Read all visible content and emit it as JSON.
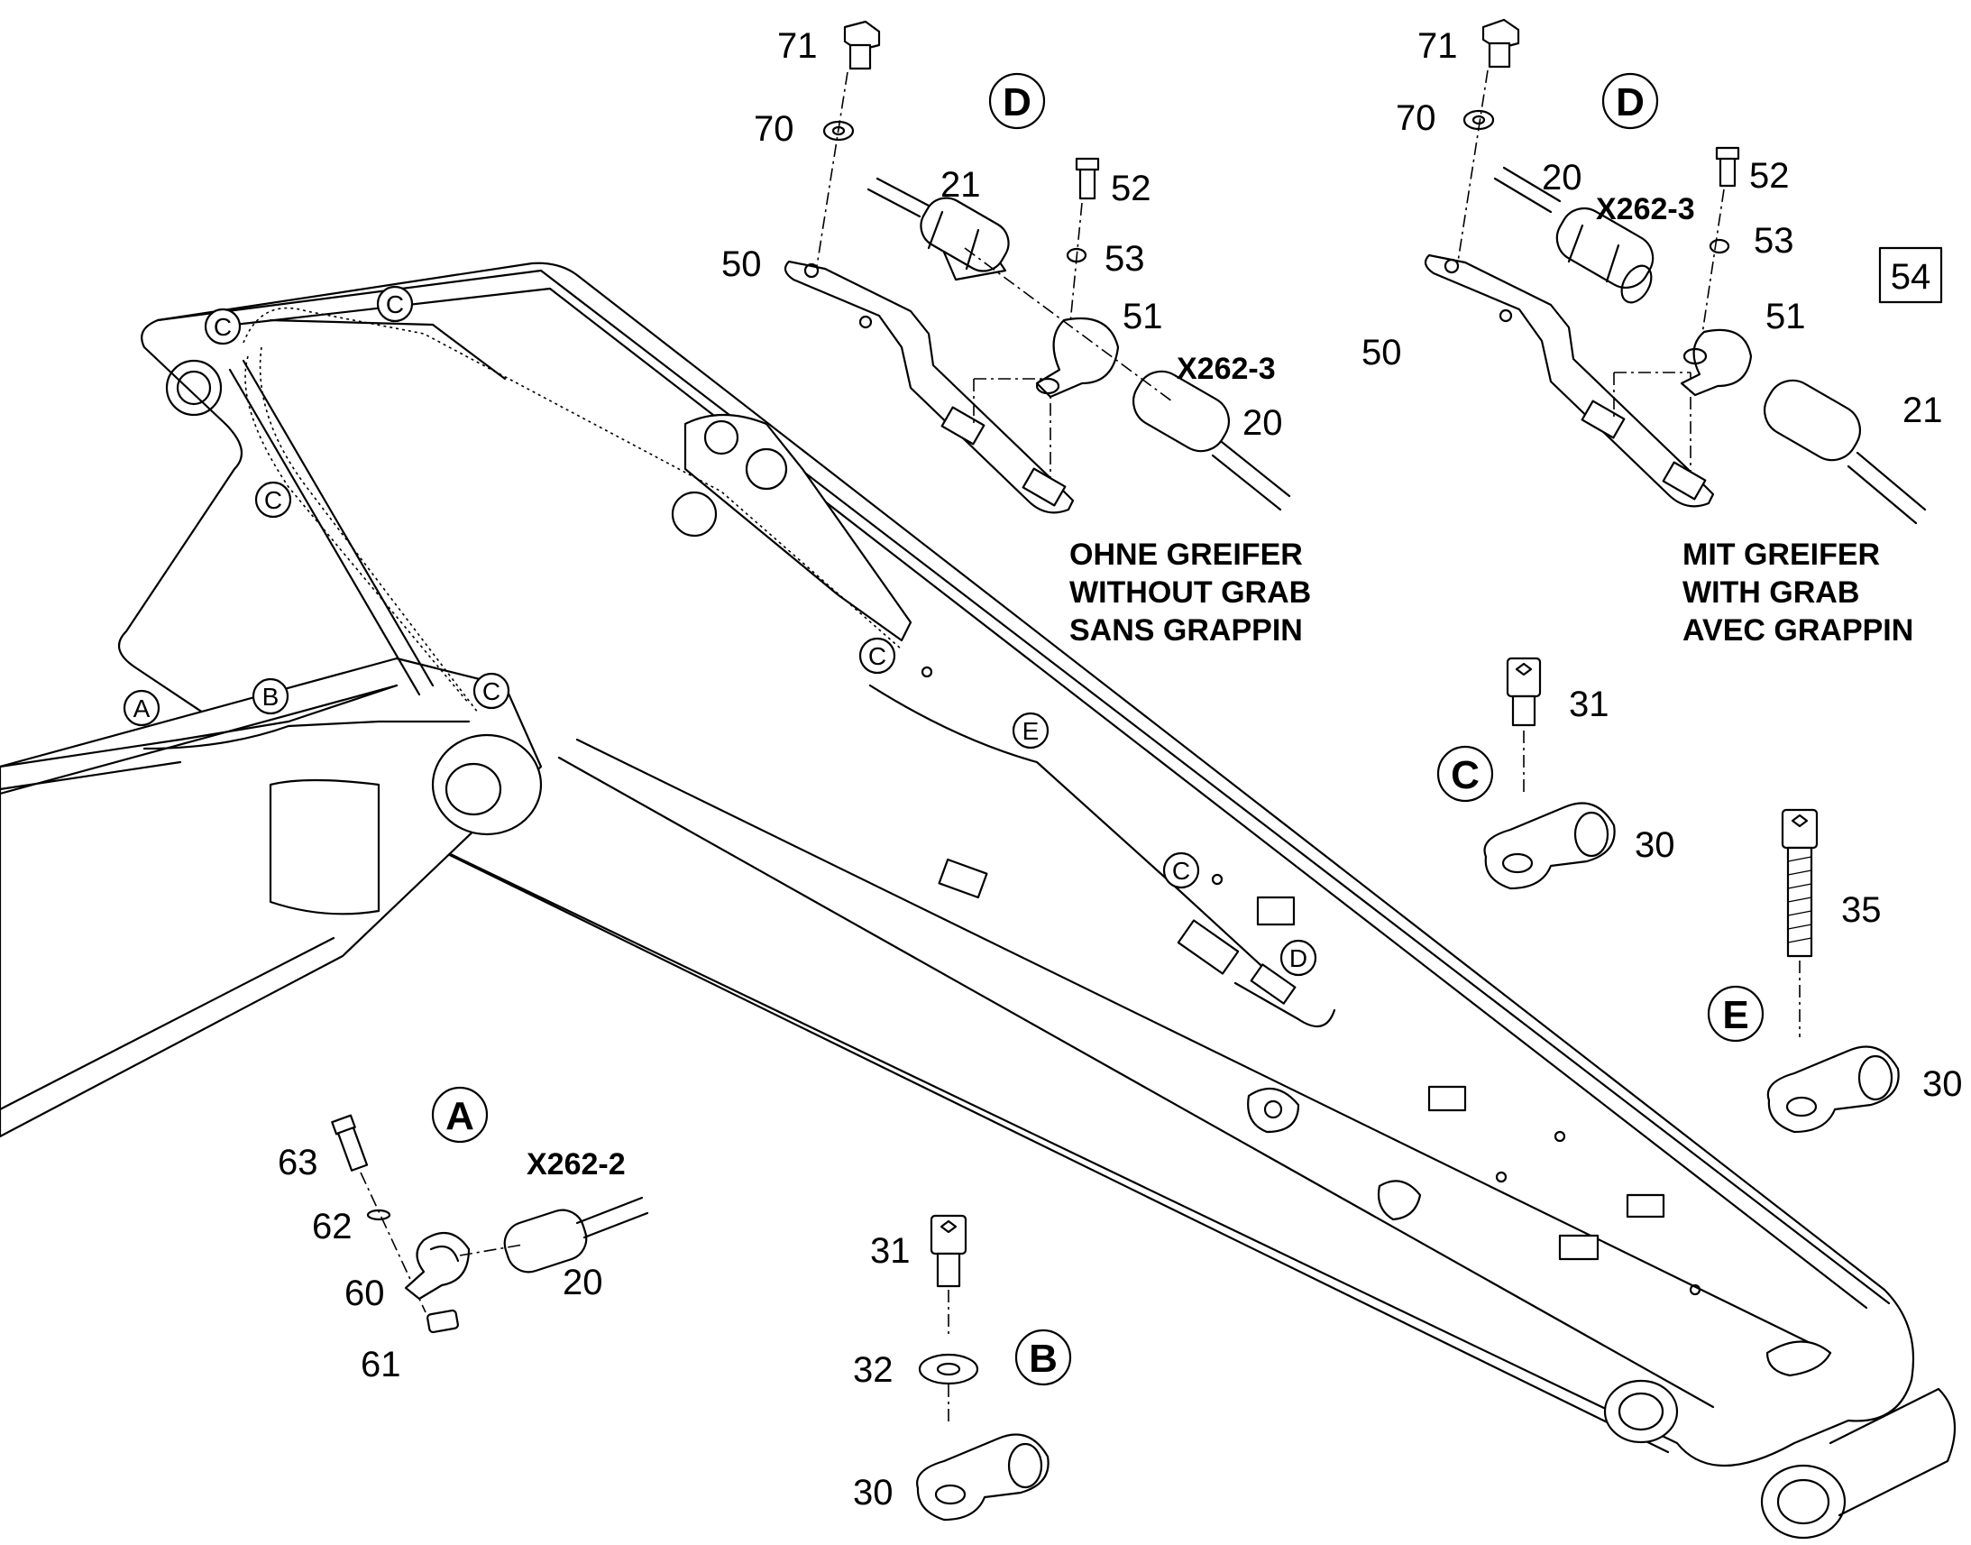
{
  "callouts_on_boom": [
    "A",
    "B",
    "C",
    "C",
    "C",
    "C",
    "C",
    "E",
    "D"
  ],
  "detail_letters": {
    "A": "A",
    "B": "B",
    "C": "C",
    "D": "D",
    "E": "E"
  },
  "part_numbers": {
    "p20": "20",
    "p21": "21",
    "p30": "30",
    "p31": "31",
    "p32": "32",
    "p35": "35",
    "p50": "50",
    "p51": "51",
    "p52": "52",
    "p53": "53",
    "p54": "54",
    "p60": "60",
    "p61": "61",
    "p62": "62",
    "p63": "63",
    "p70": "70",
    "p71": "71"
  },
  "connectors": {
    "x262_2": "X262-2",
    "x262_3": "X262-3"
  },
  "notes": {
    "without_grab": [
      "OHNE GREIFER",
      "WITHOUT GRAB",
      "SANS GRAPPIN"
    ],
    "with_grab": [
      "MIT GREIFER",
      "WITH GRAB",
      "AVEC GRAPPIN"
    ]
  }
}
